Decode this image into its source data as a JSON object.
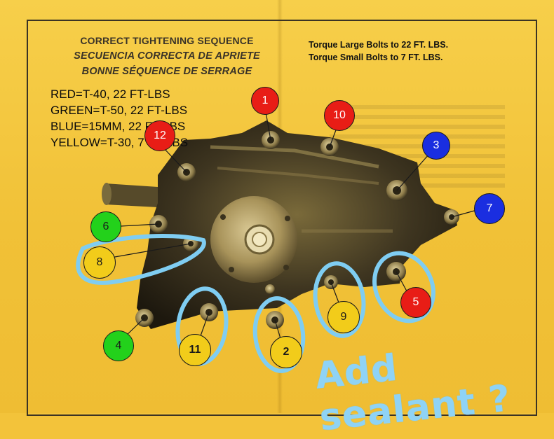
{
  "headings": {
    "english": "CORRECT TIGHTENING SEQUENCE",
    "spanish": "SECUENCIA CORRECTA DE APRIETE",
    "french": "BONNE SÉQUENCE DE SERRAGE"
  },
  "torque": {
    "large": "Torque Large Bolts to 22 FT. LBS.",
    "small": "Torque Small Bolts to 7 FT. LBS."
  },
  "legend": {
    "red": "RED=T-40, 22 FT-LBS",
    "green": "GREEN=T-50, 22 FT-LBS",
    "blue": "BLUE=15MM, 22 FT-LBS",
    "yellow": "YELLOW=T-30, 7 FT-LBS"
  },
  "handwritten_note": "Add sealant ?",
  "colors": {
    "paper": "#f3c33a",
    "red": "#e81d16",
    "green": "#23d11b",
    "blue": "#1a2ee0",
    "yellow": "#f2cc1a",
    "annotation": "#8fd3f5"
  },
  "bolts": [
    {
      "number": "1",
      "color": "red"
    },
    {
      "number": "2",
      "color": "yellow"
    },
    {
      "number": "3",
      "color": "blue"
    },
    {
      "number": "4",
      "color": "green"
    },
    {
      "number": "5",
      "color": "red"
    },
    {
      "number": "6",
      "color": "green"
    },
    {
      "number": "7",
      "color": "blue"
    },
    {
      "number": "8",
      "color": "yellow"
    },
    {
      "number": "9",
      "color": "yellow"
    },
    {
      "number": "10",
      "color": "red"
    },
    {
      "number": "11",
      "color": "yellow"
    },
    {
      "number": "12",
      "color": "red"
    }
  ]
}
